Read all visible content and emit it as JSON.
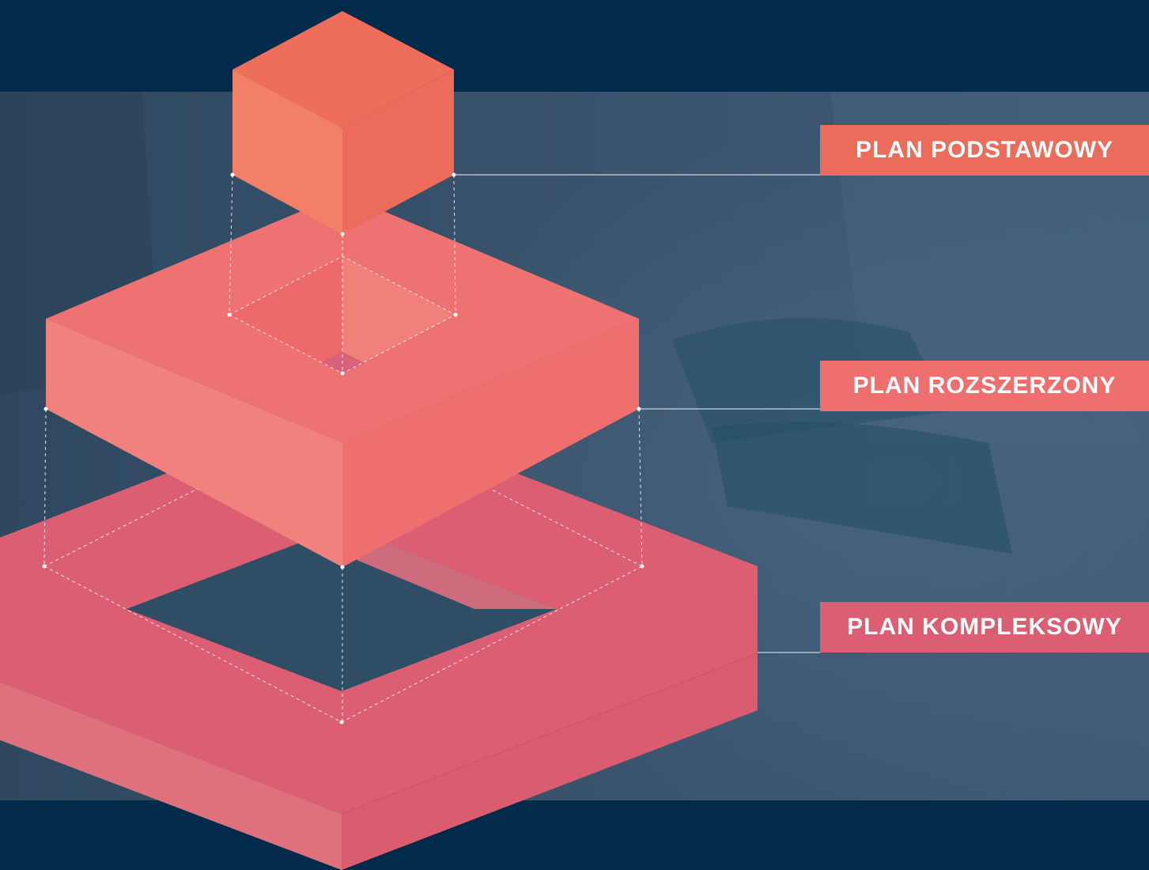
{
  "plans": [
    {
      "id": "basic",
      "label": "PLAN PODSTAWOWY",
      "color": "#ec6c5c"
    },
    {
      "id": "extended",
      "label": "PLAN ROZSZERZONY",
      "color": "#ef6e6e"
    },
    {
      "id": "complex",
      "label": "PLAN KOMPLEKSOWY",
      "color": "#dc5e72"
    }
  ],
  "colors": {
    "background": "#022a4b",
    "photo_band": "#3c5672",
    "connector_line": "#c9d4df"
  }
}
